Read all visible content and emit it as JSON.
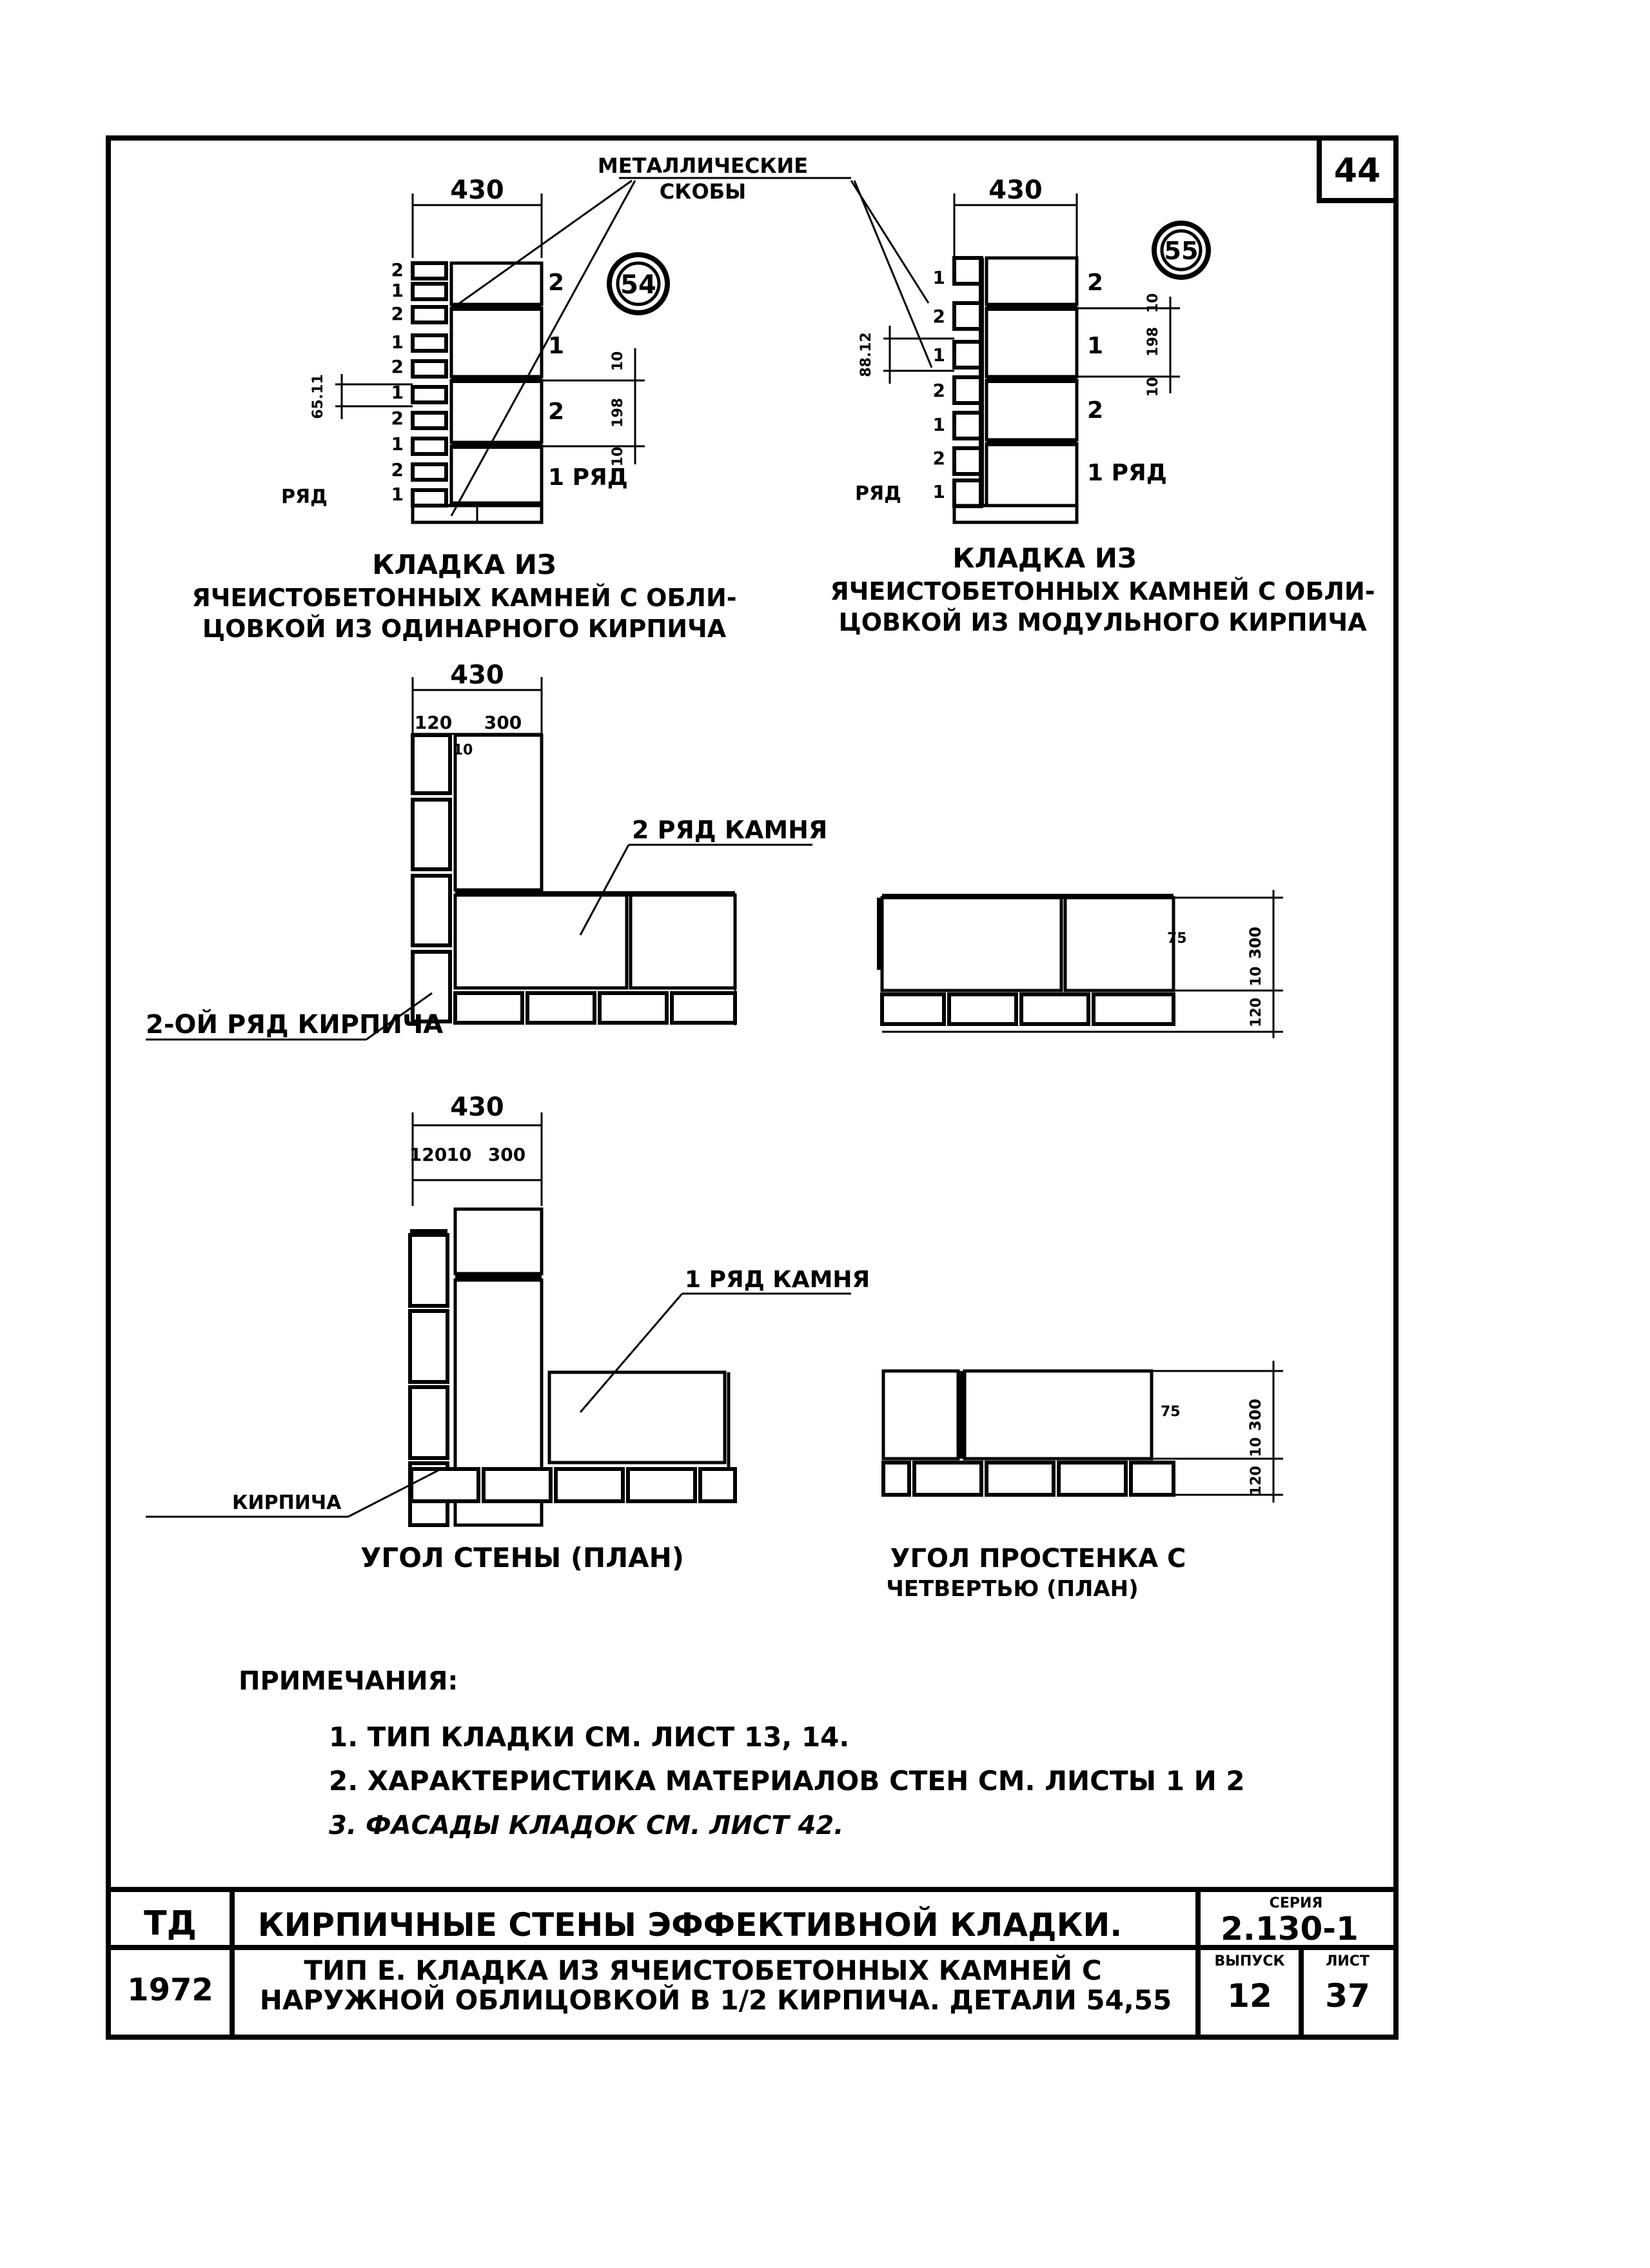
{
  "sheet_number": "44",
  "label_metal_ties": [
    "МЕТАЛЛИЧЕСКИЕ",
    "СКОБЫ"
  ],
  "detail54": {
    "number": "54",
    "dim_width": "430",
    "dim_joint": "65.11",
    "dim_stone_joint": "10",
    "dim_stone": "198",
    "dim_bottom": "10",
    "course_numbers": [
      "2",
      "1",
      "2",
      "1",
      "2",
      "1",
      "2",
      "1",
      "2",
      "1"
    ],
    "stone_rows": [
      "2",
      "1",
      "2",
      "1 РЯД"
    ],
    "row_label": "РЯД",
    "caption": [
      "КЛАДКА ИЗ",
      "ЯЧЕИСТОБЕТОННЫХ КАМНЕЙ С ОБЛИ-",
      "ЦОВКОЙ ИЗ ОДИНАРНОГО КИРПИЧА"
    ]
  },
  "detail55": {
    "number": "55",
    "dim_width": "430",
    "dim_joint": "88.12",
    "dim_stone_joint": "10",
    "dim_stone": "198",
    "dim_bottom": "10",
    "course_numbers": [
      "1",
      "2",
      "1",
      "2",
      "1",
      "2",
      "1"
    ],
    "stone_rows": [
      "2",
      "1",
      "2",
      "1 РЯД"
    ],
    "row_label": "РЯД",
    "caption": [
      "КЛАДКА ИЗ",
      "ЯЧЕИСТОБЕТОННЫХ КАМНЕЙ С ОБЛИ-",
      "ЦОВКОЙ ИЗ МОДУЛЬНОГО КИРПИЧА"
    ]
  },
  "plan2": {
    "dim_width": "430",
    "dim_brick": "120",
    "dim_stone": "300",
    "dim_joint": "10",
    "label_stone": "2 РЯД КАМНЯ",
    "label_brick": "2-ОЙ РЯД КИРПИЧА",
    "side_dim_75": "75",
    "side_dim_300": "300",
    "side_dim_10": "10",
    "side_dim_120": "120"
  },
  "plan1": {
    "dim_width": "430",
    "dim_brick": "120",
    "dim_joint": "10",
    "dim_stone": "300",
    "label_stone": "1 РЯД КАМНЯ",
    "label_brick": "КИРПИЧА",
    "side_dim_75": "75",
    "side_dim_300": "300",
    "side_dim_10": "10",
    "side_dim_120": "120",
    "caption_left": "УГОЛ СТЕНЫ (ПЛАН)",
    "caption_right": [
      "УГОЛ ПРОСТЕНКА С",
      "ЧЕТВЕРТЬЮ (ПЛАН)"
    ]
  },
  "notes": {
    "title": "ПРИМЕЧАНИЯ:",
    "items": [
      "1. ТИП КЛАДКИ СМ. ЛИСТ 13, 14.",
      "2. ХАРАКТЕРИСТИКА МАТЕРИАЛОВ СТЕН СМ. ЛИСТЫ 1 И 2",
      "3. ФАСАДЫ КЛАДОК СМ. ЛИСТ 42."
    ]
  },
  "title_block": {
    "org": "ТД",
    "year": "1972",
    "title": "КИРПИЧНЫЕ СТЕНЫ ЭФФЕКТИВНОЙ КЛАДКИ.",
    "subtitle_1": "ТИП Е. КЛАДКА ИЗ ЯЧЕИСТОБЕТОННЫХ КАМНЕЙ С",
    "subtitle_2": "НАРУЖНОЙ ОБЛИЦОВКОЙ В 1/2 КИРПИЧА. ДЕТАЛИ 54,55",
    "series_label": "СЕРИЯ",
    "series": "2.130-1",
    "issue_label": "ВЫПУСК",
    "issue": "12",
    "sheet_label": "ЛИСТ",
    "sheet": "37"
  }
}
